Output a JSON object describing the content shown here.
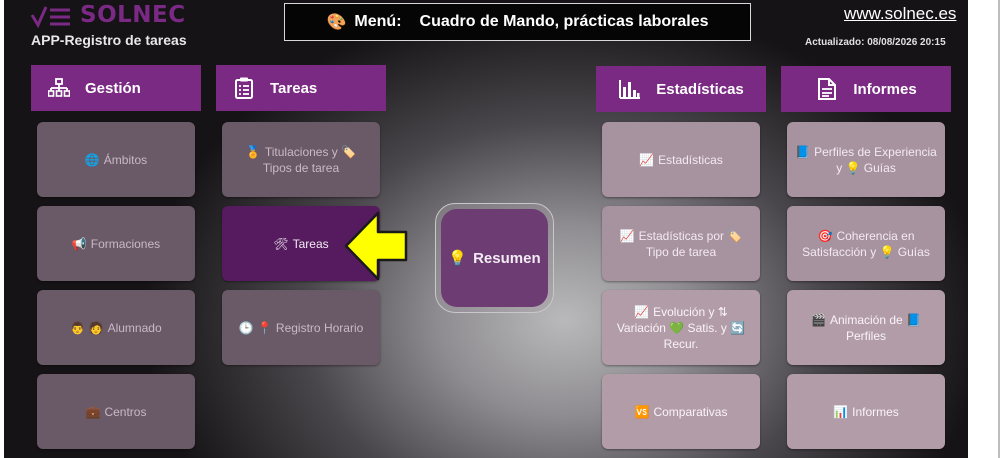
{
  "app": {
    "brand": "SOLNEC",
    "title": "APP-Registro de tareas",
    "site": "www.solnec.es",
    "updated": "Actualizado: 08/08/2026 20:15"
  },
  "menu": {
    "prefix": "Menú:",
    "title": "Cuadro de Mando, prácticas laborales"
  },
  "headers": {
    "gestion": "Gestión",
    "tareas": "Tareas",
    "estadisticas": "Estadísticas",
    "informes": "Informes"
  },
  "gestion": [
    {
      "icon": "🌐",
      "label": "Ámbitos"
    },
    {
      "icon": "📢",
      "label": "Formaciones"
    },
    {
      "icon": "👨 🧑",
      "label": "Alumnado"
    },
    {
      "icon": "💼",
      "label": "Centros"
    }
  ],
  "tareas": [
    {
      "icon": "🏅",
      "label": "Titulaciones y 🏷️ Tipos de tarea"
    },
    {
      "icon": "🛠",
      "label": "Tareas"
    },
    {
      "icon": "🕒 📍",
      "label": "Registro Horario"
    }
  ],
  "resumen": {
    "icon": "💡",
    "label": "Resumen"
  },
  "estadisticas": [
    {
      "icon": "📈",
      "label": "Estadísticas"
    },
    {
      "icon": "📈",
      "label": "Estadísticas por 🏷️ Tipo de tarea"
    },
    {
      "icon": "📈",
      "label": "Evolución y ⇅ Variación 💚 Satis. y 🔄 Recur."
    },
    {
      "icon": "🆚",
      "label": "Comparativas"
    }
  ],
  "informes": [
    {
      "icon": "📘",
      "label": "Perfiles de Experiencia y 💡 Guías"
    },
    {
      "icon": "🎯",
      "label": "Coherencia en Satisfacción y 💡 Guías"
    },
    {
      "icon": "🎬",
      "label": "Animación de 📘 Perfiles"
    },
    {
      "icon": "📊",
      "label": "Informes"
    }
  ],
  "colors": {
    "brand": "#7a2a84",
    "header": "#7b2a84",
    "active_tile": "#551b5e",
    "arrow": "#ffff00"
  }
}
